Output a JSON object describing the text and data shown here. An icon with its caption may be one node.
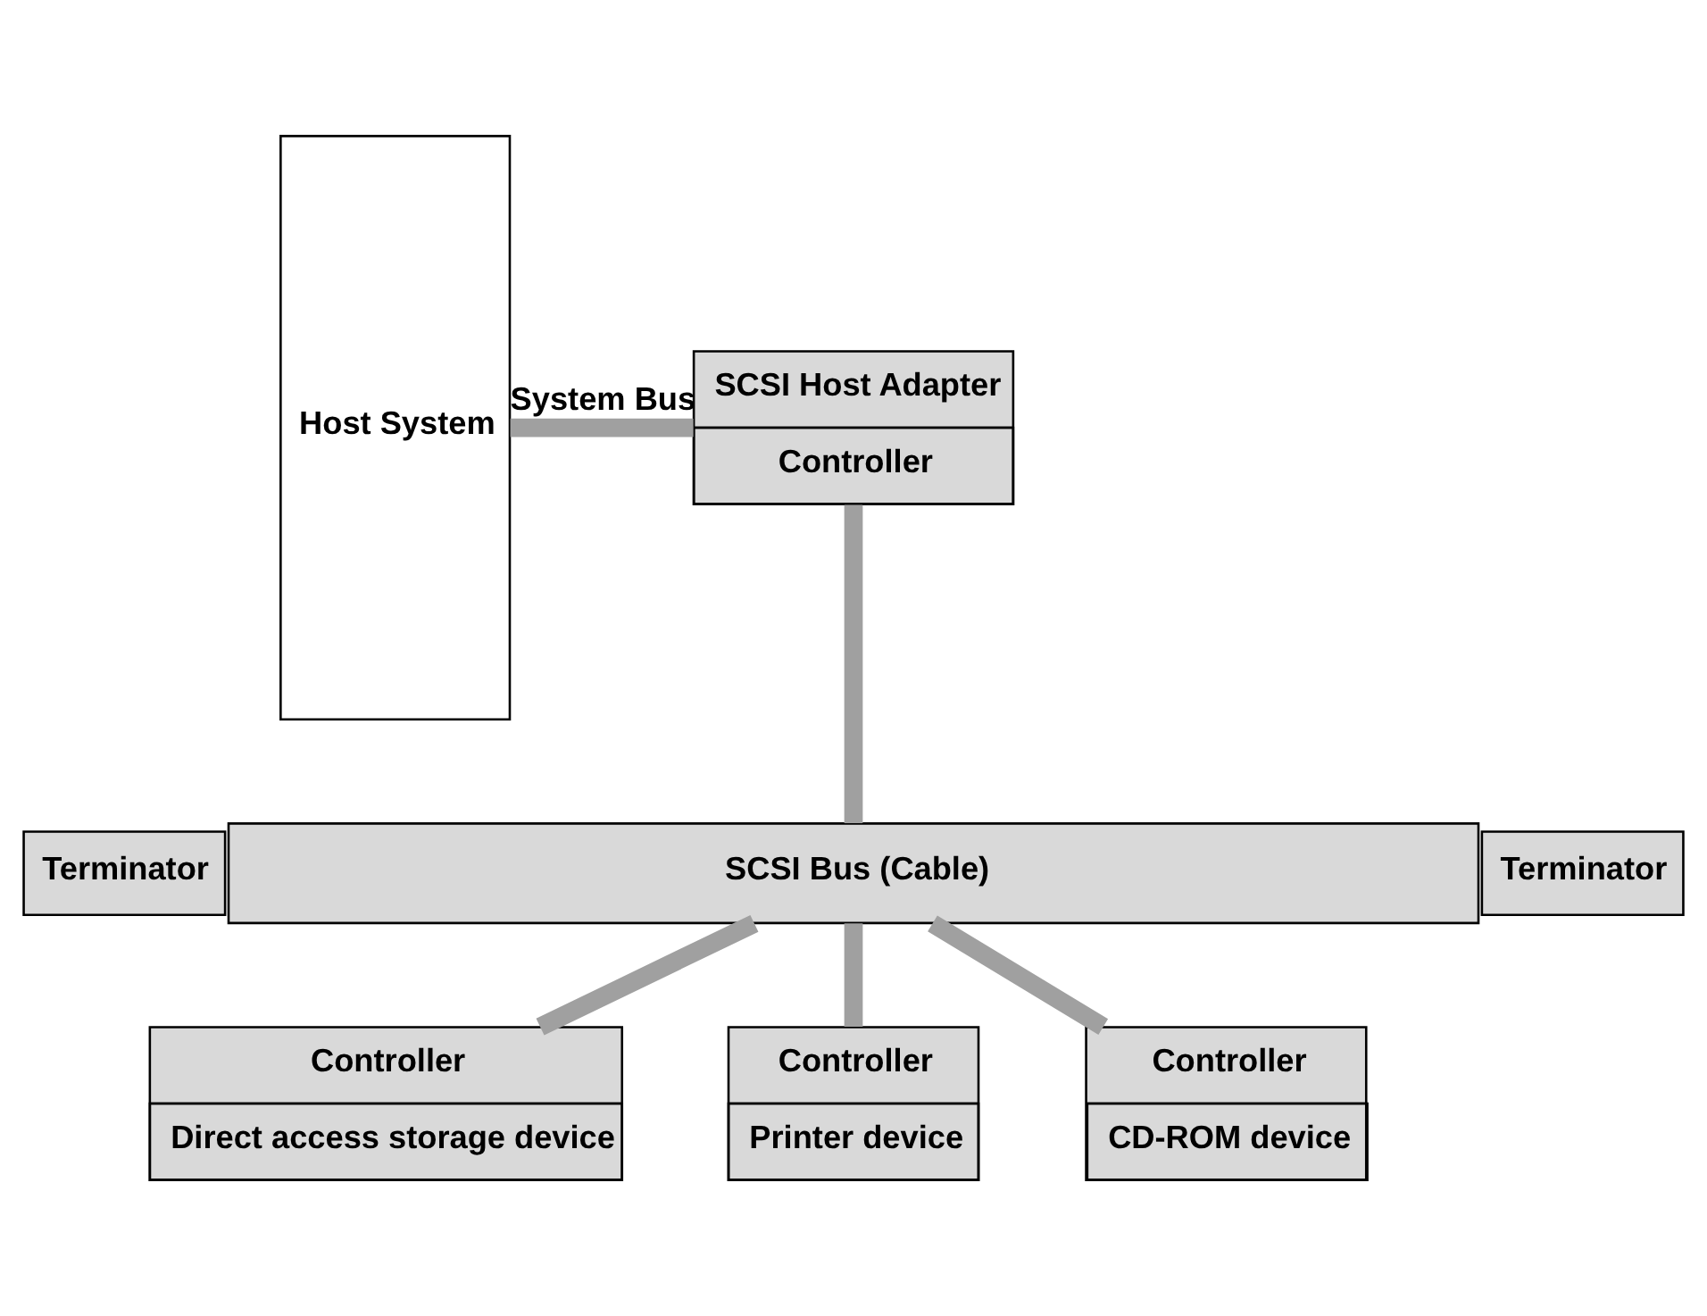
{
  "diagram": {
    "nodes": [
      {
        "text": [
          "Host System"
        ]
      },
      {
        "text": [
          "SCSI Host Adapter",
          "Controller"
        ]
      },
      {
        "text": [
          "Terminator"
        ]
      },
      {
        "text": [
          "SCSI Bus (Cable)"
        ]
      },
      {
        "text": [
          "Terminator"
        ]
      },
      {
        "text": [
          "Controller",
          "Direct access storage device"
        ]
      },
      {
        "text": [
          "Controller",
          "Printer device"
        ]
      },
      {
        "text": [
          "Controller",
          "CD-ROM device"
        ]
      }
    ],
    "edges": [
      {
        "from": 0,
        "to": 1,
        "arrow": "none",
        "label": "System Bus"
      },
      {
        "from": 1,
        "to": 3,
        "arrow": "none"
      },
      {
        "from": 3,
        "to": 5,
        "arrow": "none"
      },
      {
        "from": 3,
        "to": 6,
        "arrow": "none"
      },
      {
        "from": 3,
        "to": 7,
        "arrow": "none"
      }
    ]
  }
}
